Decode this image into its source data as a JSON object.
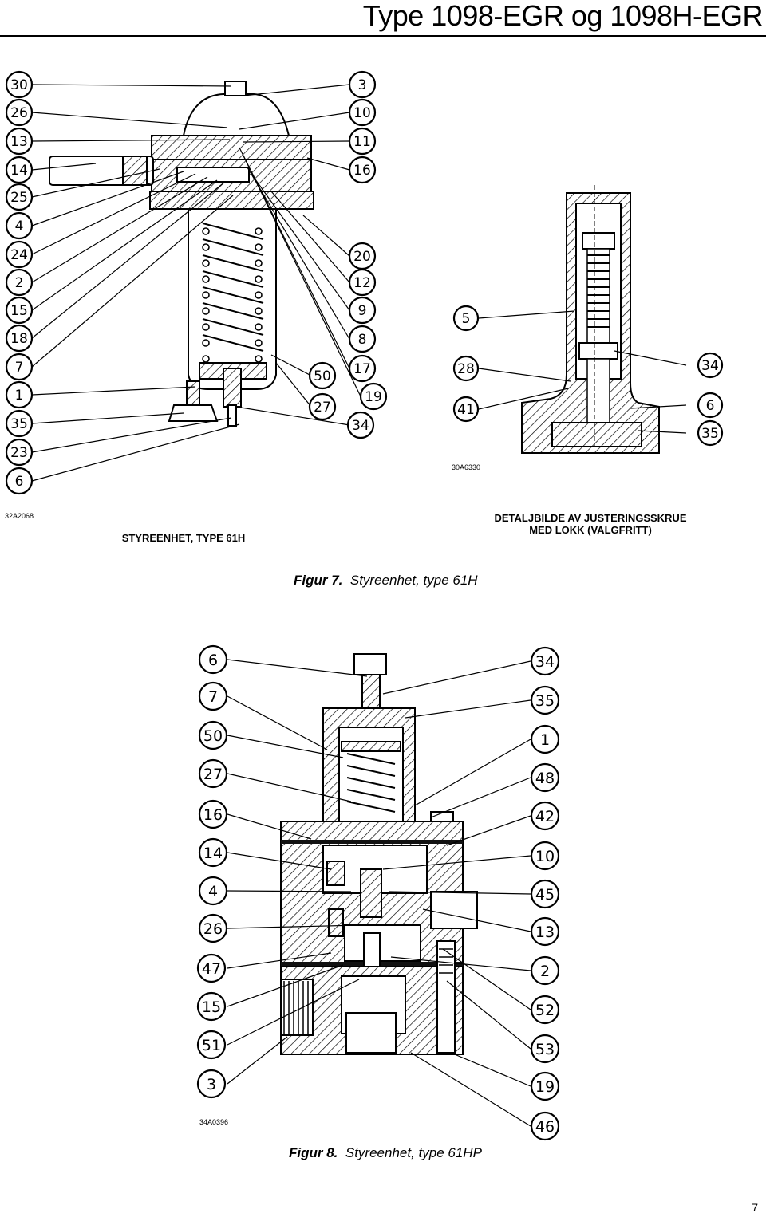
{
  "header": {
    "title": "Type 1098-EGR og 1098H-EGR"
  },
  "figure7": {
    "left_callouts": [
      "30",
      "26",
      "13",
      "14",
      "25",
      "4",
      "24",
      "2",
      "15",
      "18",
      "7",
      "1",
      "35",
      "23",
      "6"
    ],
    "right_callouts": [
      "3",
      "10",
      "11",
      "16",
      "20",
      "12",
      "9",
      "8",
      "17",
      "19",
      "34"
    ],
    "mid_callouts": [
      "50",
      "27"
    ],
    "detail_left_callouts": [
      "5",
      "28",
      "41"
    ],
    "detail_right_callouts": [
      "34",
      "6",
      "35"
    ],
    "code_left": "32A2068",
    "code_right": "30A6330",
    "caption_left": "STYREENHET, TYPE 61H",
    "caption_right_line1": "DETALJBILDE AV JUSTERINGSSKRUE",
    "caption_right_line2": "MED LOKK (VALGFRITT)",
    "label": "Figur 7.",
    "title": "Styreenhet, type 61H"
  },
  "figure8": {
    "left_callouts": [
      "6",
      "7",
      "50",
      "27",
      "16",
      "14",
      "4",
      "26",
      "47",
      "15",
      "51",
      "3"
    ],
    "right_callouts": [
      "34",
      "35",
      "1",
      "48",
      "42",
      "10",
      "45",
      "13",
      "2",
      "52",
      "53",
      "19",
      "46"
    ],
    "code": "34A0396",
    "label": "Figur 8.",
    "title": "Styreenhet, type 61HP"
  },
  "page": {
    "number": "7"
  }
}
